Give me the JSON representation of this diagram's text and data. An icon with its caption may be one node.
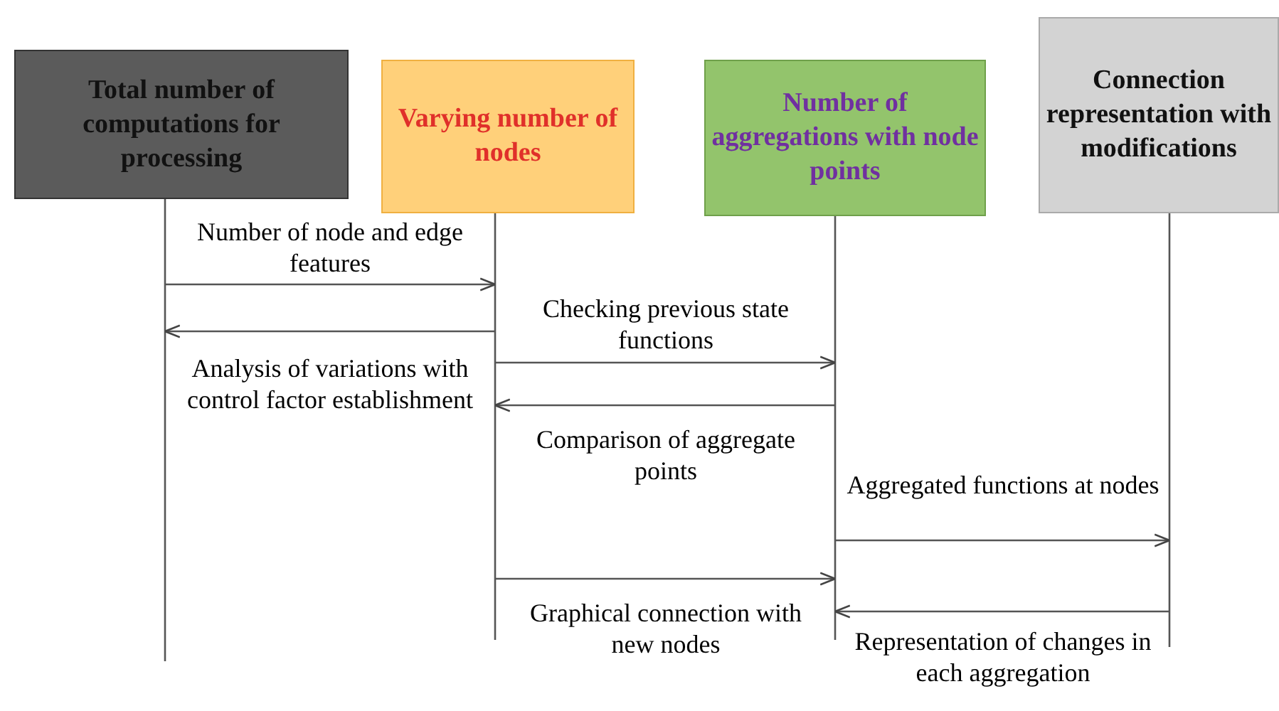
{
  "diagram": {
    "nodes": [
      {
        "text": [
          "Total number of computations for processing"
        ]
      },
      {
        "text": [
          "Varying number of nodes"
        ]
      },
      {
        "text": [
          "Number of aggregations with node points"
        ]
      },
      {
        "text": [
          "Connection representation with modifications"
        ]
      }
    ],
    "edges": [
      {
        "from": 0,
        "to": 1,
        "arrow": "to",
        "label": "Number of node and edge features"
      },
      {
        "from": 1,
        "to": 0,
        "arrow": "to",
        "label": "Analysis of variations with control factor establishment"
      },
      {
        "from": 1,
        "to": 2,
        "arrow": "to",
        "label": "Checking previous state functions"
      },
      {
        "from": 2,
        "to": 1,
        "arrow": "to",
        "label": "Comparison of aggregate points"
      },
      {
        "from": 2,
        "to": 3,
        "arrow": "to",
        "label": "Aggregated functions at nodes"
      },
      {
        "from": 1,
        "to": 2,
        "arrow": "to",
        "label": "Graphical connection with new nodes"
      },
      {
        "from": 3,
        "to": 2,
        "arrow": "to",
        "label": "Representation of changes in each aggregation"
      }
    ]
  }
}
